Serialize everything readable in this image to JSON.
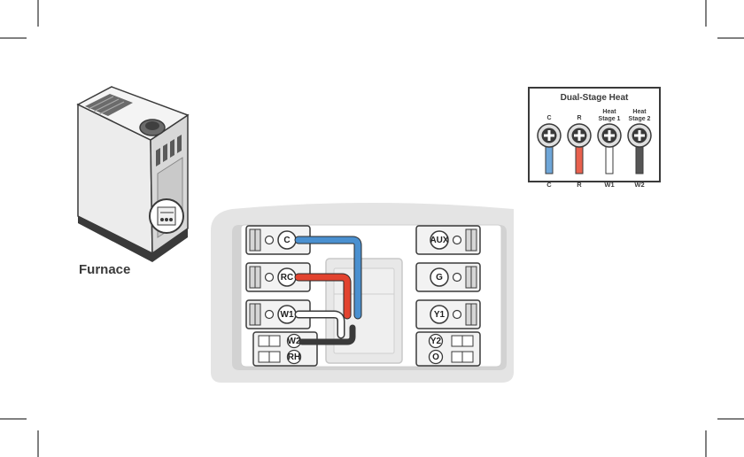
{
  "furnace": {
    "label": "Furnace"
  },
  "panel": {
    "title": "Dual-Stage Heat",
    "columns": [
      {
        "top_line1": "C",
        "top_line2": "",
        "bottom": "C",
        "wire": "#6ea6d8"
      },
      {
        "top_line1": "R",
        "top_line2": "",
        "bottom": "R",
        "wire": "#e8604d"
      },
      {
        "top_line1": "Heat",
        "top_line2": "Stage 1",
        "bottom": "W1",
        "wire": "#ffffff"
      },
      {
        "top_line1": "Heat",
        "top_line2": "Stage 2",
        "bottom": "W2",
        "wire": "#555555"
      }
    ]
  },
  "thermostat": {
    "left_terminals": [
      "C",
      "RC",
      "W1"
    ],
    "left_small": [
      "W2",
      "RH"
    ],
    "right_terminals": [
      "AUX",
      "G",
      "Y1"
    ],
    "right_small": [
      "Y2",
      "O"
    ],
    "wire_colors": {
      "blue": "#4a90d0",
      "red": "#e2432f",
      "white": "#ffffff",
      "black": "#3a3a3a"
    }
  }
}
